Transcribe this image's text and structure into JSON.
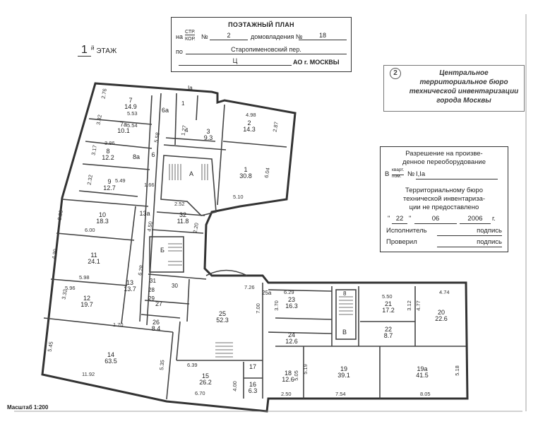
{
  "stamp": {
    "title": "ПОЭТАЖНЫЙ ПЛАН",
    "prefix_na": "на",
    "str_kor_top": "СТР.",
    "str_kor_bottom": "КОР.",
    "no_label": "№",
    "building_no": "2",
    "domovladenie_label": "домовладения №",
    "domovladenie_no": "18",
    "po_label": "по",
    "street": "Старопименовский пер.",
    "district": "Ц",
    "ao_label": "АО г. МОСКВЫ"
  },
  "floor": {
    "number": "1",
    "suffix": "й",
    "label": "ЭТАЖ"
  },
  "bti_stamp": {
    "number": "2",
    "lines": [
      "Центральное",
      "территориальное бюро",
      "технической инвентаризации",
      "города Москвы"
    ]
  },
  "permission": {
    "line1": "Разрешение на произве-",
    "line2": "денное переоборудование",
    "v_label": "В",
    "kvart_top": "кварт.",
    "kvart_bottom": "пом.",
    "no_label": "№",
    "rooms": "I,Ia",
    "bti_line1": "Территориальному бюро",
    "bti_line2": "технической инвентариза-",
    "bti_line3": "ции не предоставлено",
    "day": "22",
    "month": "06",
    "year": "2006",
    "year_suffix": "г.",
    "executor_label": "Исполнитель",
    "signature1": "подпись",
    "checked_label": "Проверил",
    "signature2": "подпись"
  },
  "scale": "Масштаб 1:200",
  "rooms": [
    {
      "id": "7",
      "area": "14.9"
    },
    {
      "id": "6а",
      "area": ""
    },
    {
      "id": "7а",
      "area": "10.1"
    },
    {
      "id": "8",
      "area": "12.2"
    },
    {
      "id": "8а",
      "area": ""
    },
    {
      "id": "9",
      "area": "12.7"
    },
    {
      "id": "6",
      "area": ""
    },
    {
      "id": "2",
      "area": "14.3"
    },
    {
      "id": "3",
      "area": "9.3"
    },
    {
      "id": "1",
      "area": "30.8"
    },
    {
      "id": "10",
      "area": "18.3"
    },
    {
      "id": "13а",
      "area": ""
    },
    {
      "id": "32",
      "area": "11.8"
    },
    {
      "id": "11",
      "area": "24.1"
    },
    {
      "id": "12",
      "area": "19.7"
    },
    {
      "id": "13",
      "area": "13.7"
    },
    {
      "id": "25",
      "area": "52.3"
    },
    {
      "id": "23",
      "area": "16.3"
    },
    {
      "id": "24",
      "area": "12.6"
    },
    {
      "id": "26",
      "area": "8.4"
    },
    {
      "id": "27",
      "area": ""
    },
    {
      "id": "14",
      "area": "63.5"
    },
    {
      "id": "15",
      "area": "26.2"
    },
    {
      "id": "16",
      "area": "6.3"
    },
    {
      "id": "17",
      "area": ""
    },
    {
      "id": "18",
      "area": "12.6"
    },
    {
      "id": "19",
      "area": "39.1"
    },
    {
      "id": "19а",
      "area": "41.5"
    },
    {
      "id": "20",
      "area": "22.6"
    },
    {
      "id": "21",
      "area": "17.2"
    },
    {
      "id": "22",
      "area": "8.7"
    }
  ],
  "stair_labels": [
    "А",
    "Б",
    "В"
  ],
  "small_labels": [
    "Iа",
    "1",
    "4",
    "28",
    "29",
    "30",
    "31",
    "25а",
    "8"
  ],
  "dimensions": [
    "2.76",
    "5.53",
    "5.54",
    "3.82",
    "3.86",
    "3.17",
    "5.58",
    "2.32",
    "5.49",
    "1.66",
    "4.98",
    "2.87",
    "1.27",
    "6.04",
    "5.10",
    "3.30",
    "6.00",
    "2.52",
    "4.50",
    "2.20",
    "4.30",
    "5.98",
    "5.96",
    "6.28",
    "3.32",
    "1.70",
    "7.26",
    "7.00",
    "6.29",
    "3.70",
    "5.50",
    "4.74",
    "3.12",
    "4.77",
    "5.45",
    "11.92",
    "5.35",
    "6.39",
    "6.70",
    "4.00",
    "2.50",
    "5.05",
    "5.19",
    "7.54",
    "8.05",
    "5.18"
  ]
}
